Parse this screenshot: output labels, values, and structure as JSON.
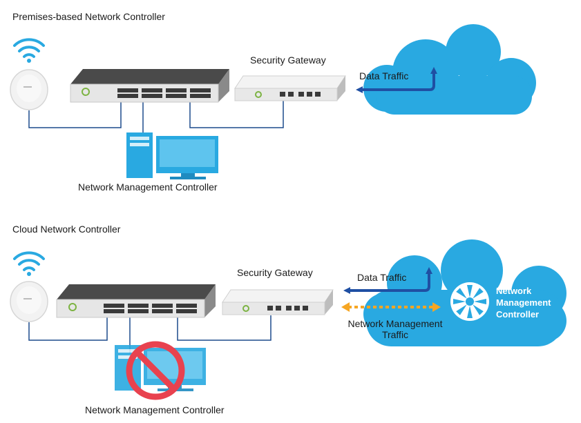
{
  "colors": {
    "cloud": "#29a9e1",
    "arrow_blue": "#1f4fa3",
    "arrow_orange": "#f6a623",
    "cable": "#1c4a8c",
    "device_gray": "#e6e6e6",
    "monitor_blue": "#29a9e1",
    "prohibit_red": "#e8424f",
    "wifi_blue": "#29a9e1"
  },
  "icons": [
    "wifi-icon",
    "access-point-icon",
    "switch-icon",
    "gateway-icon",
    "computer-icon",
    "cloud-icon",
    "controller-logo-icon",
    "prohibited-icon"
  ],
  "top": {
    "title": "Premises-based Network Controller",
    "gateway_label": "Security Gateway",
    "data_traffic_label": "Data Traffic",
    "nmc_label": "Network Management Controller"
  },
  "bottom": {
    "title": "Cloud Network Controller",
    "gateway_label": "Security Gateway",
    "data_traffic_label": "Data Traffic",
    "mgmt_traffic_line1": "Network Management",
    "mgmt_traffic_line2": "Traffic",
    "cloud_line1": "Network",
    "cloud_line2": "Management",
    "cloud_line3": "Controller",
    "nmc_label": "Network Management Controller"
  }
}
